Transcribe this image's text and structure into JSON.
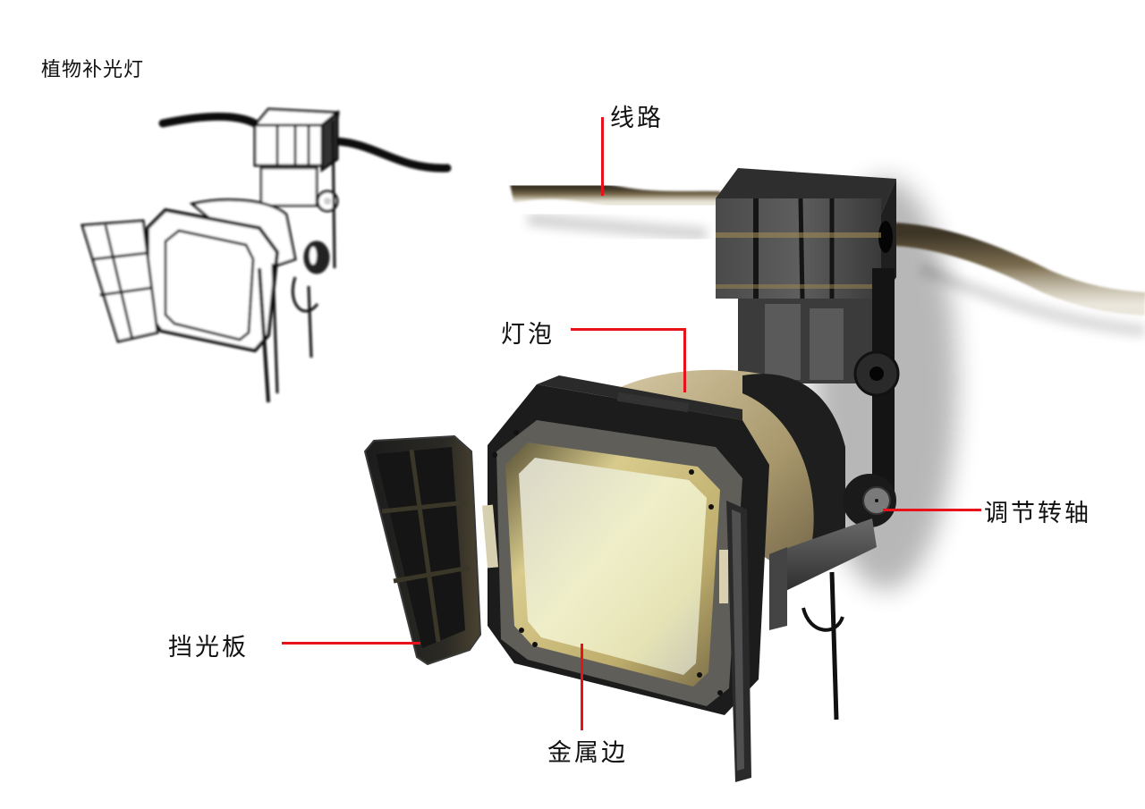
{
  "title": "植物补光灯",
  "labels": {
    "cable": "线路",
    "bulb": "灯泡",
    "pivot": "调节转轴",
    "barn_door": "挡光板",
    "metal_rim": "金属边"
  },
  "colors": {
    "leader_line": "#e8121b",
    "cable": "#6e6147",
    "body_dark": "#1e1e1e",
    "housing_gray": "#555555",
    "bulb_tan": "#b8a67e",
    "glass": "#ecebc8",
    "rim_gold": "#c8b67a"
  },
  "figures": [
    {
      "name": "sketch",
      "style": "black-and-white line sketch"
    },
    {
      "name": "render",
      "style": "colored rendering with callouts"
    }
  ]
}
